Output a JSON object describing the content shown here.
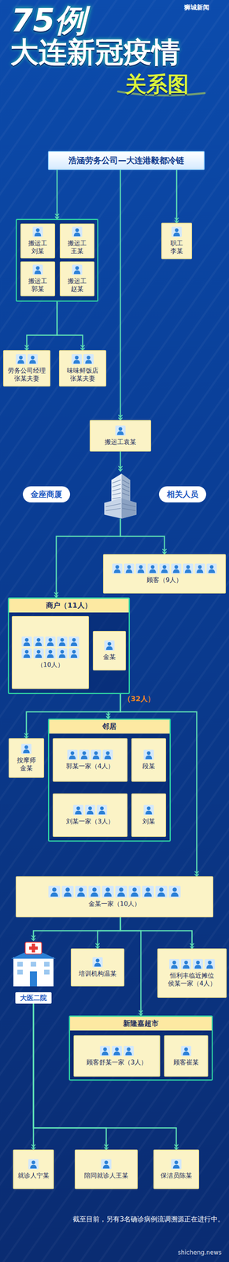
{
  "diagram": {
    "title": "大连新冠疫情",
    "caption": "截至目前，另有3名确诊病例流调溯源正在进行中。",
    "nodes": [
      {
        "text": [
          "浩涵劳务公司—大连港毅都冷链"
        ]
      },
      {
        "text": []
      },
      {
        "text": [
          "搬运工 刘某"
        ],
        "in": 1
      },
      {
        "text": [
          "搬运工 王某"
        ],
        "in": 1
      },
      {
        "text": [
          "搬运工 郭某"
        ],
        "in": 1
      },
      {
        "text": [
          "搬运工 赵某"
        ],
        "in": 1
      },
      {
        "text": [
          "职工 李某"
        ]
      },
      {
        "text": [
          "劳务公司经理 张某夫妻"
        ]
      },
      {
        "text": [
          "味味鲜饭店 张某夫妻"
        ]
      },
      {
        "text": [
          "搬运工袁某"
        ]
      },
      {
        "text": [
          "金座商厦",
          "相关人员"
        ]
      },
      {
        "text": [
          "顾客（9人）"
        ]
      },
      {
        "text": [
          "商户（11人）"
        ]
      },
      {
        "text": [
          "（10人）"
        ],
        "in": 12
      },
      {
        "text": [
          "金某"
        ],
        "in": 12
      },
      {
        "text": [
          "按摩师 金某"
        ]
      },
      {
        "text": [
          "邻居"
        ]
      },
      {
        "text": [
          "郭某一家（4人）"
        ],
        "in": 16
      },
      {
        "text": [
          "段某"
        ],
        "in": 16
      },
      {
        "text": [
          "刘某一家（3人）"
        ],
        "in": 16
      },
      {
        "text": [
          "刘某"
        ],
        "in": 16
      },
      {
        "text": [
          "金某一家（10人）"
        ]
      },
      {
        "text": [
          "大医二院"
        ]
      },
      {
        "text": [
          "培训机构温某"
        ]
      },
      {
        "text": [
          "恒利丰临近摊位 侯某一家（4人）"
        ]
      },
      {
        "text": [
          "新隆嘉超市"
        ]
      },
      {
        "text": [
          "顾客舒某一家（3人）"
        ],
        "in": 25
      },
      {
        "text": [
          "顾客崔某"
        ],
        "in": 25
      },
      {
        "text": [
          "就诊人宁某"
        ]
      },
      {
        "text": [
          "陪同就诊人王某"
        ]
      },
      {
        "text": [
          "保洁员陈某"
        ]
      }
    ],
    "edges": [
      {
        "from": 0,
        "to": 1,
        "arrow": "to"
      },
      {
        "from": 0,
        "to": 6,
        "arrow": "to"
      },
      {
        "from": 0,
        "to": 9,
        "arrow": "to"
      },
      {
        "from": 1,
        "to": 7,
        "arrow": "to"
      },
      {
        "from": 1,
        "to": 8,
        "arrow": "to"
      },
      {
        "from": 9,
        "to": 10,
        "arrow": "to"
      },
      {
        "from": 10,
        "to": 11,
        "arrow": "to"
      },
      {
        "from": 10,
        "to": 12,
        "arrow": "to"
      },
      {
        "from": 12,
        "to": 15,
        "arrow": "to"
      },
      {
        "from": 12,
        "to": 16,
        "arrow": "to"
      },
      {
        "from": 12,
        "to": 21,
        "arrow": "to"
      },
      {
        "from": 21,
        "to": 22,
        "arrow": "to"
      },
      {
        "from": 21,
        "to": 23,
        "arrow": "to"
      },
      {
        "from": 21,
        "to": 24,
        "arrow": "to"
      },
      {
        "from": 21,
        "to": 25,
        "arrow": "to"
      },
      {
        "from": 22,
        "to": 28,
        "arrow": "to"
      },
      {
        "from": 22,
        "to": 29,
        "arrow": "to"
      },
      {
        "from": 22,
        "to": 30,
        "arrow": "to"
      }
    ],
    "labels": [
      "狮城新闻",
      "75例",
      "关系图",
      "（32人）",
      "shicheng.news"
    ]
  }
}
